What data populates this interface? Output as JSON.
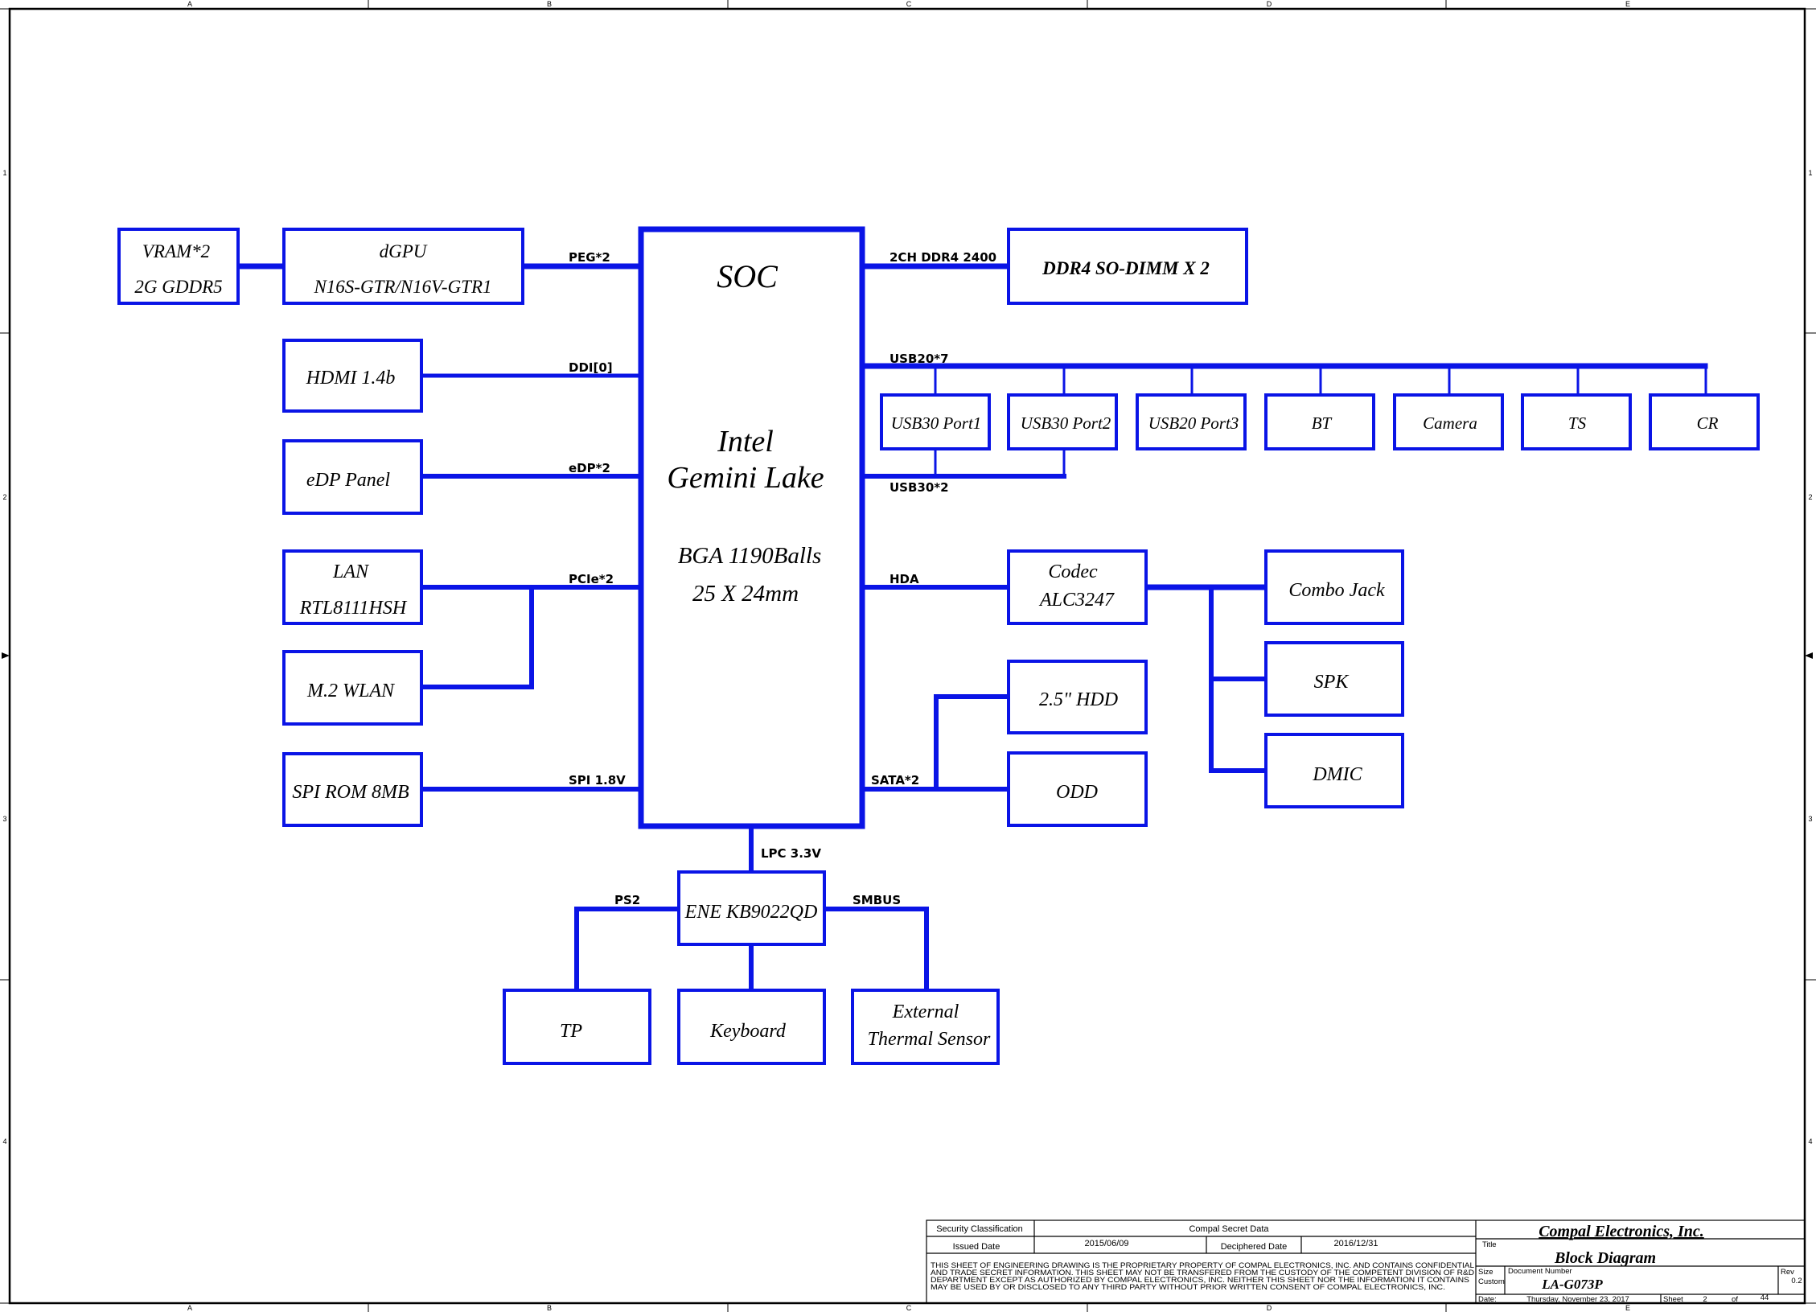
{
  "frame": {
    "columns": [
      "A",
      "B",
      "C",
      "D",
      "E"
    ],
    "rows": [
      "1",
      "2",
      "3",
      "4"
    ]
  },
  "soc": {
    "title": "SOC",
    "vendor": "Intel",
    "name": "Gemini Lake",
    "package": "BGA 1190Balls",
    "size": "25 X 24mm"
  },
  "blocks": {
    "vram": [
      "VRAM*2",
      "2G GDDR5"
    ],
    "dgpu": [
      "dGPU",
      "N16S-GTR/N16V-GTR1"
    ],
    "hdmi": [
      "HDMI 1.4b"
    ],
    "edp": [
      "eDP Panel"
    ],
    "lan": [
      "LAN",
      "RTL8111HSH"
    ],
    "wlan": [
      "M.2 WLAN"
    ],
    "spirom": [
      "SPI ROM 8MB"
    ],
    "ddr": [
      "DDR4 SO-DIMM X 2"
    ],
    "usb30p1": [
      "USB30 Port1"
    ],
    "usb30p2": [
      "USB30 Port2"
    ],
    "usb20p3": [
      "USB20 Port3"
    ],
    "bt": [
      "BT"
    ],
    "camera": [
      "Camera"
    ],
    "ts": [
      "TS"
    ],
    "cr": [
      "CR"
    ],
    "codec": [
      "Codec",
      "ALC3247"
    ],
    "combojack": [
      "Combo Jack"
    ],
    "spk": [
      "SPK"
    ],
    "dmic": [
      "DMIC"
    ],
    "hdd": [
      "2.5\" HDD"
    ],
    "odd": [
      "ODD"
    ],
    "ec": [
      "ENE KB9022QD"
    ],
    "tp": [
      "TP"
    ],
    "keyboard": [
      "Keyboard"
    ],
    "thermal": [
      "External",
      "Thermal Sensor"
    ]
  },
  "buses": {
    "peg": "PEG*2",
    "ddi": "DDI[0]",
    "edp": "eDP*2",
    "pcie": "PCIe*2",
    "spi": "SPI 1.8V",
    "ddr": "2CH DDR4 2400",
    "usb20": "USB20*7",
    "usb30": "USB30*2",
    "hda": "HDA",
    "sata": "SATA*2",
    "lpc": "LPC 3.3V",
    "ps2": "PS2",
    "smbus": "SMBUS"
  },
  "title_block": {
    "security_label": "Security Classification",
    "security_value": "Compal Secret Data",
    "issued_label": "Issued Date",
    "issued_value": "2015/06/09",
    "deciphered_label": "Deciphered Date",
    "deciphered_value": "2016/12/31",
    "notice": [
      "THIS SHEET OF ENGINEERING DRAWING IS THE PROPRIETARY PROPERTY OF COMPAL ELECTRONICS, INC. AND CONTAINS CONFIDENTIAL",
      "AND TRADE SECRET INFORMATION. THIS SHEET MAY NOT BE TRANSFERED FROM THE CUSTODY OF THE COMPETENT DIVISION OF R&D",
      "DEPARTMENT EXCEPT AS AUTHORIZED BY COMPAL ELECTRONICS, INC. NEITHER THIS SHEET NOR THE INFORMATION IT CONTAINS",
      "MAY BE USED BY OR DISCLOSED TO ANY THIRD PARTY WITHOUT PRIOR WRITTEN CONSENT OF COMPAL ELECTRONICS, INC."
    ],
    "company": "Compal Electronics, Inc.",
    "title_label": "Title",
    "title_value": "Block Diagram",
    "size_label": "Size",
    "size_value": "Custom",
    "docnum_label": "Document Number",
    "docnum_value": "LA-G073P",
    "rev_label": "Rev",
    "rev_value": "0.2",
    "date_label": "Date:",
    "date_value": "Thursday, November 23, 2017",
    "sheet_label": "Sheet",
    "sheet_value": "2",
    "of_label": "of",
    "total_sheets": "44"
  },
  "colors": {
    "wire": "#0a14e6",
    "ink": "#000000"
  }
}
